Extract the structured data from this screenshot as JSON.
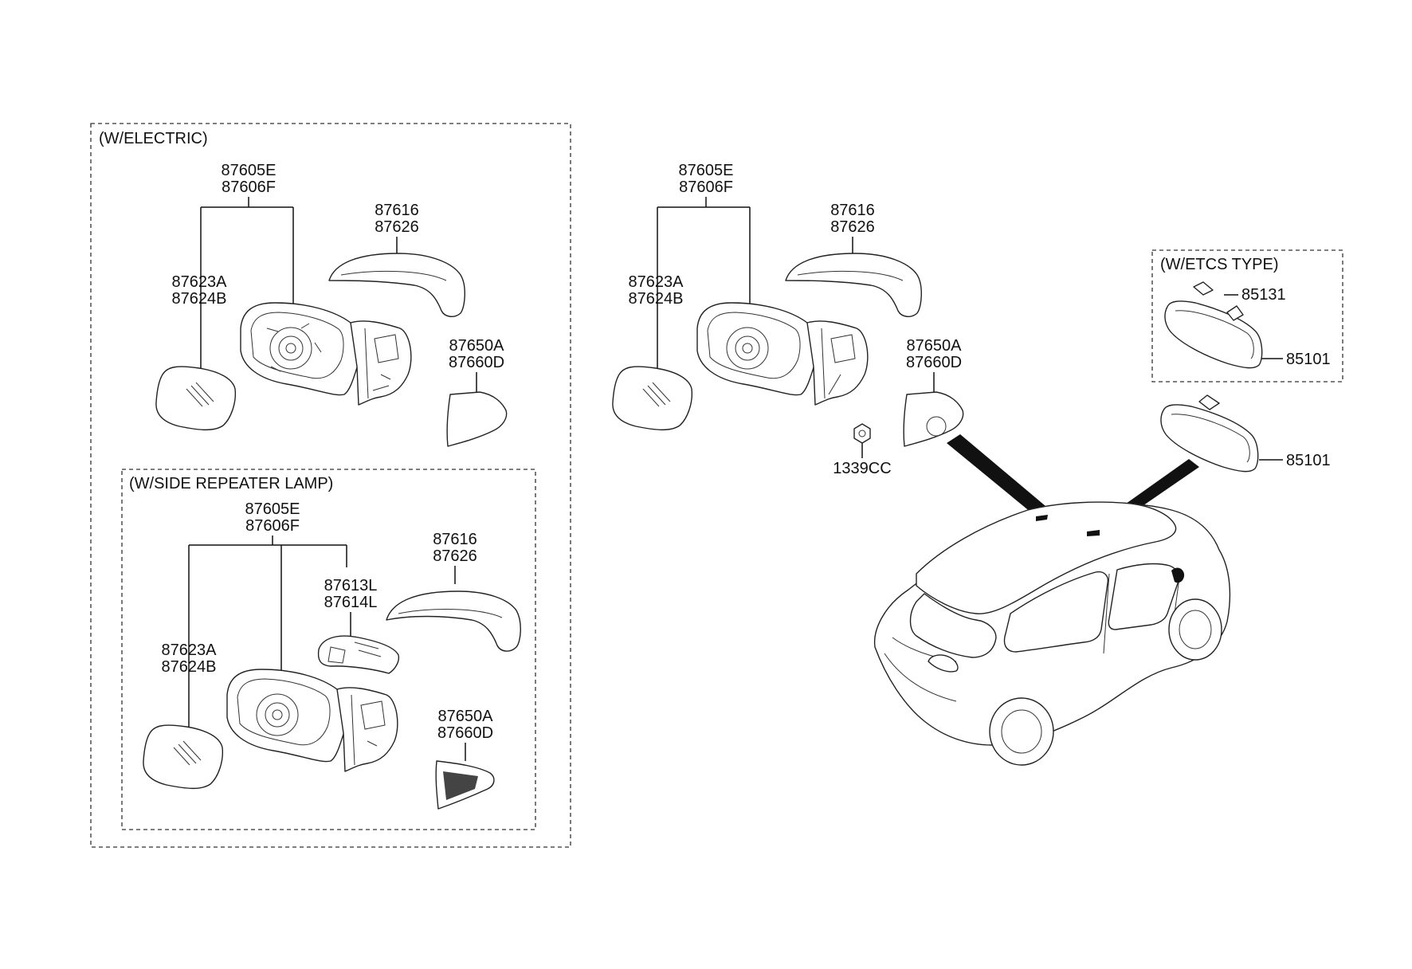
{
  "groups": {
    "electric": "(W/ELECTRIC)",
    "side_repeater": "(W/SIDE REPEATER LAMP)",
    "etcs": "(W/ETCS TYPE)"
  },
  "labels": {
    "mirror_assy_a": "87605E",
    "mirror_assy_b": "87606F",
    "cover_a": "87616",
    "cover_b": "87626",
    "glass_a": "87623A",
    "glass_b": "87624B",
    "garnish_a": "87650A",
    "garnish_b": "87660D",
    "lamp_a": "87613L",
    "lamp_b": "87614L",
    "nut": "1339CC",
    "bracket": "85131",
    "inside_mirror": "85101"
  }
}
